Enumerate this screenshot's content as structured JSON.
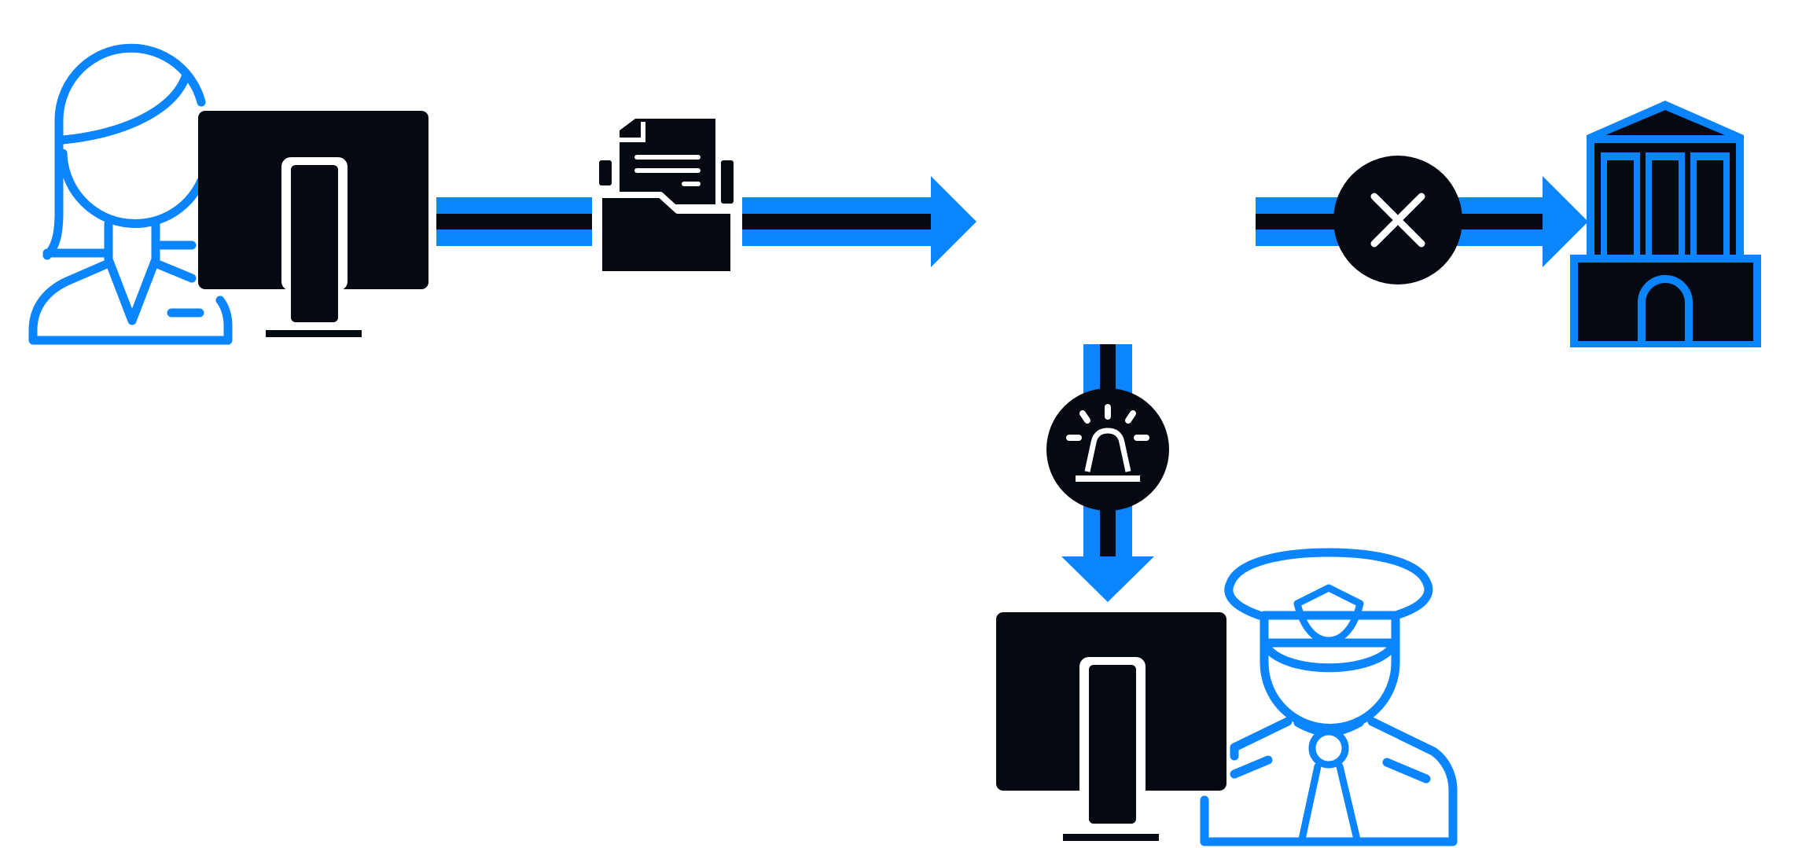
{
  "diagram": {
    "nodes": [
      {
        "id": "user",
        "icon": "woman-at-computer-icon"
      },
      {
        "id": "files",
        "icon": "document-folder-icon"
      },
      {
        "id": "bank",
        "icon": "bank-building-icon"
      },
      {
        "id": "officer",
        "icon": "police-officer-at-computer-icon"
      }
    ],
    "edges": [
      {
        "from": "user",
        "to": "files",
        "style": "double-line"
      },
      {
        "from": "files",
        "to": "gap",
        "style": "double-line-arrow"
      },
      {
        "from": "gap",
        "to": "bank",
        "style": "double-line-arrow",
        "marker": "blocked-x-icon"
      },
      {
        "from": "gap",
        "to": "officer",
        "style": "double-line-arrow-down",
        "marker": "siren-alarm-icon"
      }
    ]
  },
  "colors": {
    "accent": "#0a84ff",
    "dark": "#050a12",
    "background": "#ffffff"
  }
}
